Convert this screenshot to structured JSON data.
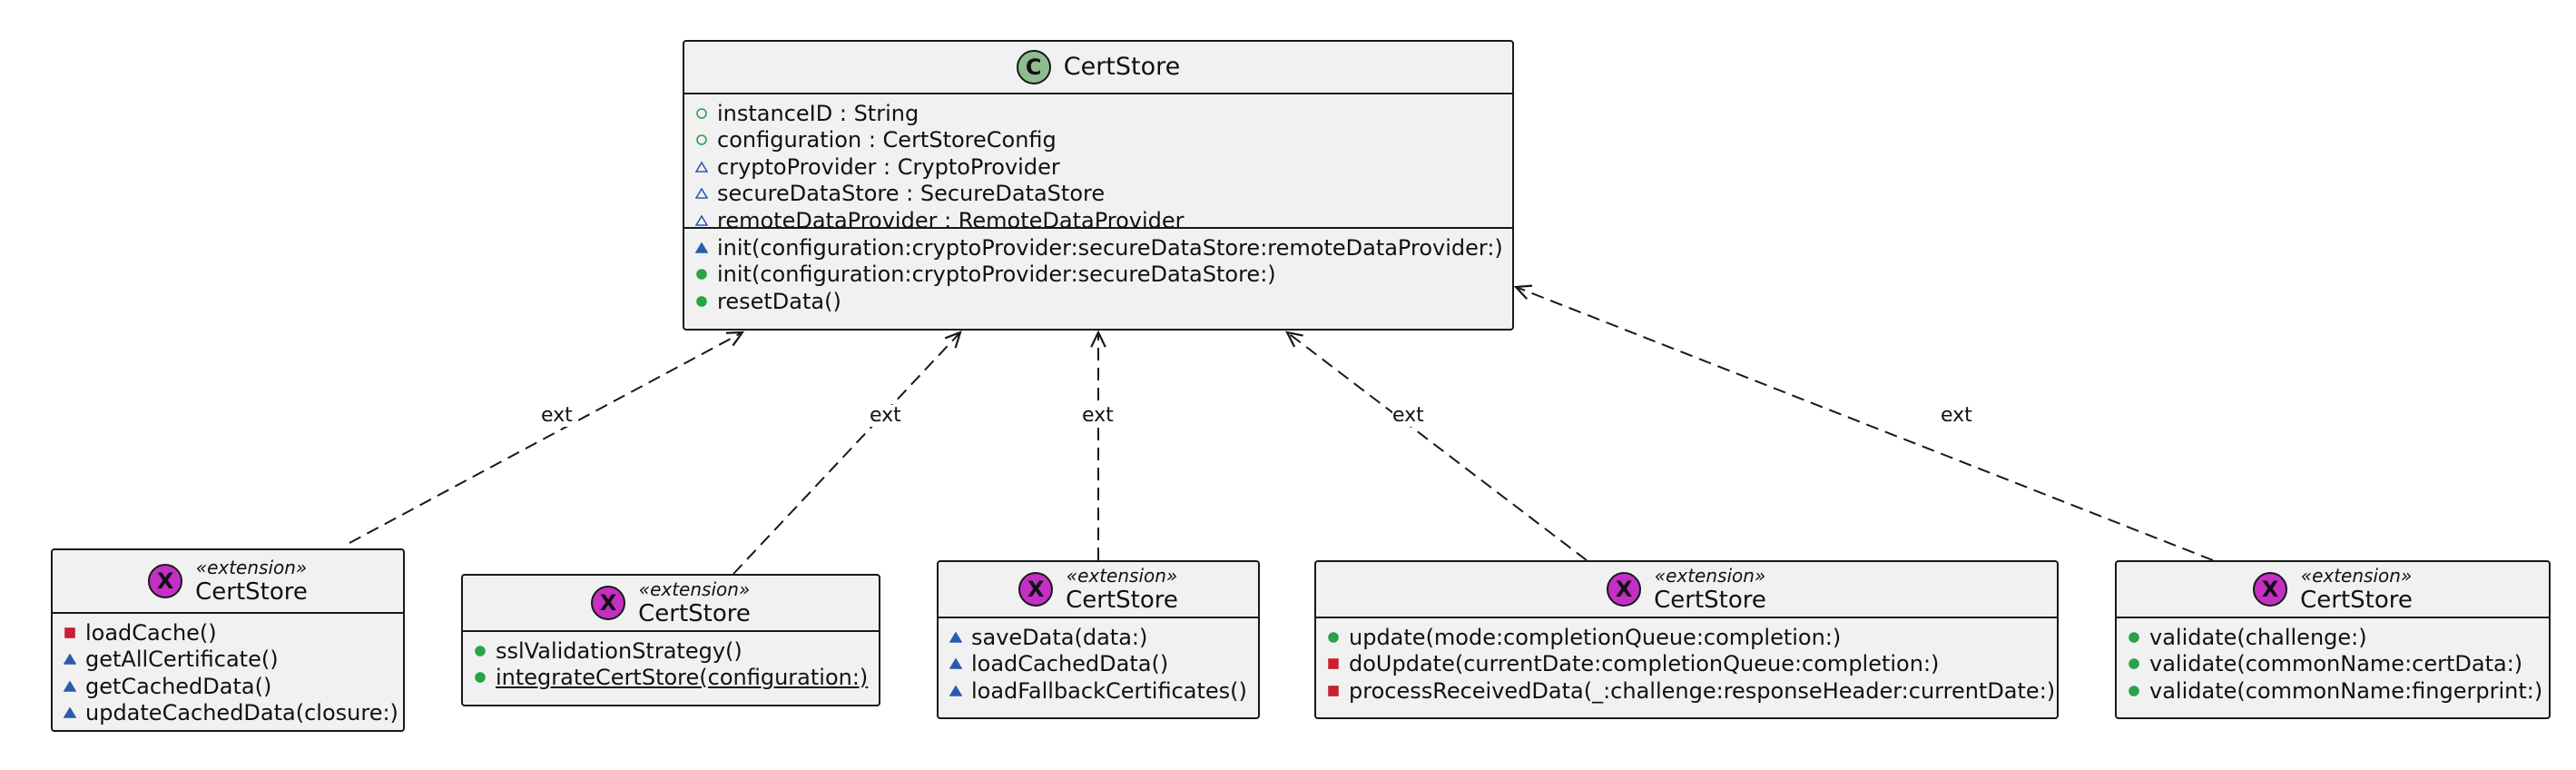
{
  "colors": {
    "box_fill": "#f1f1f1",
    "border": "#181818",
    "class_badge": "#8fbc8f",
    "extension_badge": "#c42fc4",
    "visibility_public": "#27a348",
    "visibility_package": "#2a5cae",
    "visibility_private": "#c8202f"
  },
  "main_class": {
    "badge": "C",
    "name": "CertStore",
    "fields": [
      {
        "visibility": "public",
        "text": "instanceID : String"
      },
      {
        "visibility": "public",
        "text": "configuration : CertStoreConfig"
      },
      {
        "visibility": "package",
        "text": "cryptoProvider : CryptoProvider"
      },
      {
        "visibility": "package",
        "text": "secureDataStore : SecureDataStore"
      },
      {
        "visibility": "package",
        "text": "remoteDataProvider : RemoteDataProvider"
      }
    ],
    "methods": [
      {
        "visibility": "package",
        "text": "init(configuration:cryptoProvider:secureDataStore:remoteDataProvider:)"
      },
      {
        "visibility": "public",
        "text": "init(configuration:cryptoProvider:secureDataStore:)"
      },
      {
        "visibility": "public",
        "text": "resetData()"
      }
    ]
  },
  "extensions": [
    {
      "badge": "X",
      "stereotype": "«extension»",
      "name": "CertStore",
      "edge_label": "ext",
      "methods": [
        {
          "visibility": "private",
          "text": "loadCache()"
        },
        {
          "visibility": "package",
          "text": "getAllCertificate()"
        },
        {
          "visibility": "package",
          "text": "getCachedData()"
        },
        {
          "visibility": "package",
          "text": "updateCachedData(closure:)"
        }
      ]
    },
    {
      "badge": "X",
      "stereotype": "«extension»",
      "name": "CertStore",
      "edge_label": "ext",
      "methods": [
        {
          "visibility": "public",
          "text": "sslValidationStrategy()"
        },
        {
          "visibility": "public",
          "text": "integrateCertStore(configuration:)",
          "static": true
        }
      ]
    },
    {
      "badge": "X",
      "stereotype": "«extension»",
      "name": "CertStore",
      "edge_label": "ext",
      "methods": [
        {
          "visibility": "package",
          "text": "saveData(data:)"
        },
        {
          "visibility": "package",
          "text": "loadCachedData()"
        },
        {
          "visibility": "package",
          "text": "loadFallbackCertificates()"
        }
      ]
    },
    {
      "badge": "X",
      "stereotype": "«extension»",
      "name": "CertStore",
      "edge_label": "ext",
      "methods": [
        {
          "visibility": "public",
          "text": "update(mode:completionQueue:completion:)"
        },
        {
          "visibility": "private",
          "text": "doUpdate(currentDate:completionQueue:completion:)"
        },
        {
          "visibility": "private",
          "text": "processReceivedData(_:challenge:responseHeader:currentDate:)"
        }
      ]
    },
    {
      "badge": "X",
      "stereotype": "«extension»",
      "name": "CertStore",
      "edge_label": "ext",
      "methods": [
        {
          "visibility": "public",
          "text": "validate(challenge:)"
        },
        {
          "visibility": "public",
          "text": "validate(commonName:certData:)"
        },
        {
          "visibility": "public",
          "text": "validate(commonName:fingerprint:)"
        }
      ]
    }
  ]
}
